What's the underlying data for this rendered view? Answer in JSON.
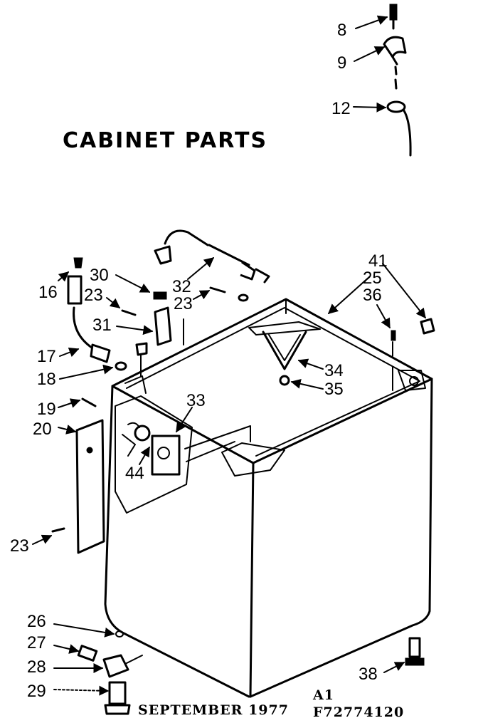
{
  "title": "CABINET PARTS",
  "footer": {
    "date": "SEPTEMBER 1977",
    "rev": "A1",
    "part_number": "F72774120"
  },
  "callouts": [
    "8",
    "9",
    "12",
    "16",
    "30",
    "32",
    "23",
    "23",
    "31",
    "17",
    "18",
    "19",
    "20",
    "33",
    "44",
    "41",
    "25",
    "36",
    "34",
    "35",
    "23",
    "26",
    "27",
    "28",
    "29",
    "38"
  ]
}
